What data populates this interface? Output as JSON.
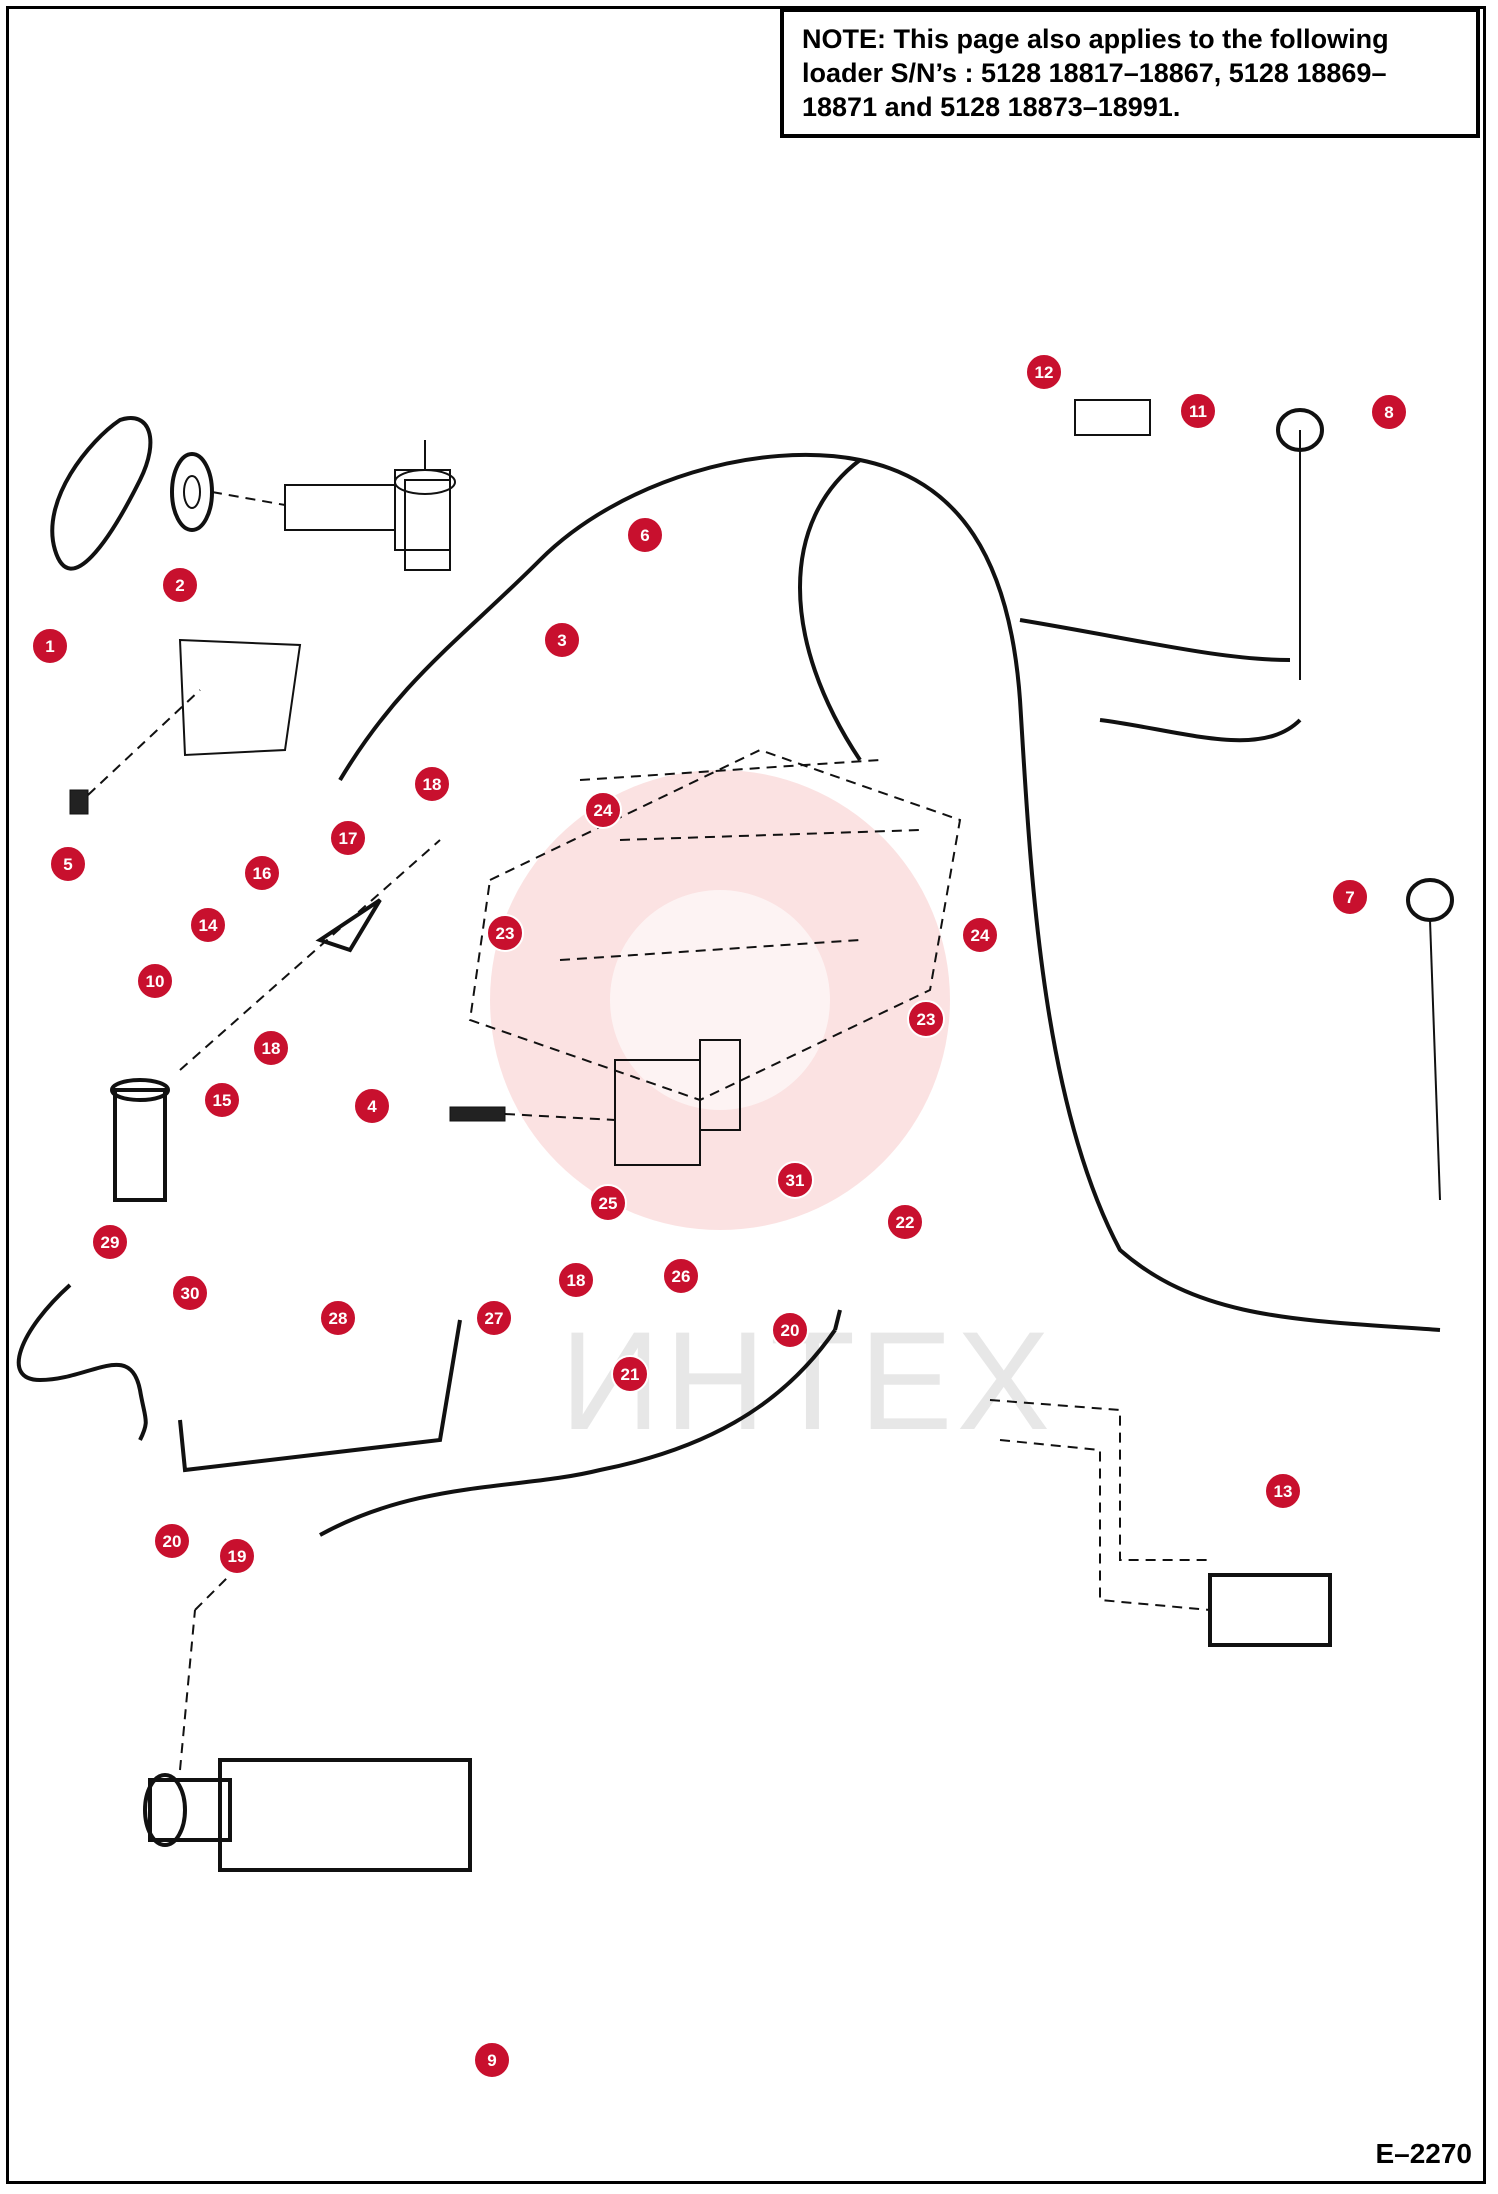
{
  "note": {
    "label": "NOTE:",
    "text": "This page also applies to the following loader S/N’s : 5128 18817–18867, 5128 18869–18871 and 5128 18873–18991."
  },
  "watermark": "ИНТЕХ",
  "page_code": "E–2270",
  "callouts": [
    "1",
    "2",
    "3",
    "4",
    "5",
    "6",
    "7",
    "8",
    "9",
    "10",
    "11",
    "12",
    "13",
    "14",
    "15",
    "16",
    "17",
    "18",
    "18",
    "18",
    "19",
    "20",
    "20",
    "21",
    "22",
    "23",
    "23",
    "24",
    "24",
    "25",
    "26",
    "27",
    "28",
    "29",
    "30",
    "31"
  ],
  "colors": {
    "callout": "#c8102e",
    "line": "#111111"
  }
}
